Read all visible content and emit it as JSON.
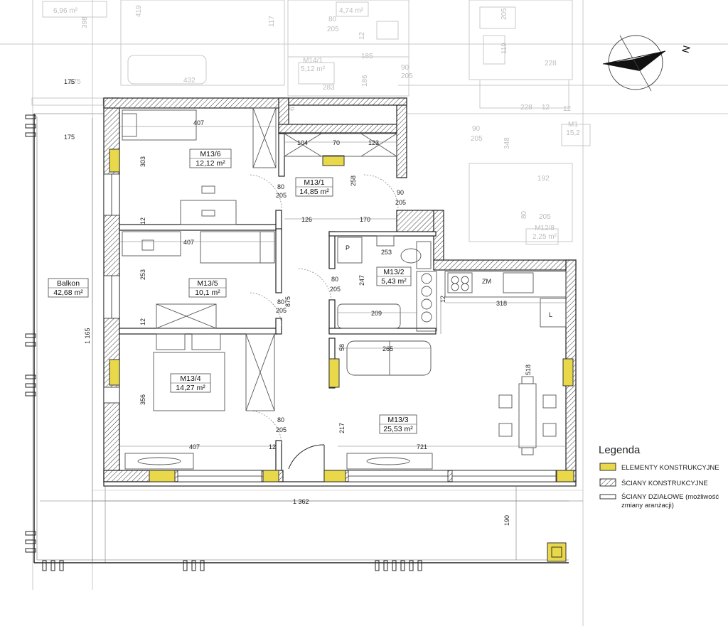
{
  "rooms": [
    {
      "id": "M13/6",
      "area": "12,12 m²"
    },
    {
      "id": "M13/1",
      "area": "14,85 m²"
    },
    {
      "id": "M13/5",
      "area": "10,1 m²"
    },
    {
      "id": "M13/2",
      "area": "5,43 m²"
    },
    {
      "id": "M13/4",
      "area": "14,27 m²"
    },
    {
      "id": "M13/3",
      "area": "25,53 m²"
    },
    {
      "id": "Balkon",
      "area": "42,68 m²"
    }
  ],
  "ghost_rooms": [
    {
      "id": "",
      "area": "6,96 m²"
    },
    {
      "id": "",
      "area": "4,74 m²"
    },
    {
      "id": "M14/1",
      "area": "5,12 m²"
    },
    {
      "id": "M12/8",
      "area": "2,25 m²"
    },
    {
      "id": "M1",
      "area": "15,2"
    }
  ],
  "dimensions": {
    "d407_top": "407",
    "d303": "303",
    "d104": "104",
    "d70": "70",
    "d123": "123",
    "d258": "258",
    "d126": "126",
    "d170": "170",
    "d12_a": "12",
    "d407_mid": "407",
    "d253_left": "253",
    "d253_bath": "253",
    "d247": "247",
    "d209": "209",
    "d318": "318",
    "d875": "875",
    "d265": "265",
    "d58": "58",
    "d518": "518",
    "d356": "356",
    "d217": "217",
    "d407_bot": "407",
    "d12_c": "12",
    "d721": "721",
    "d1362": "1 362",
    "d1165": "1 165",
    "d190": "190",
    "d175_a": "175",
    "d175_b": "175",
    "d12_b": "12",
    "door1_w": "80",
    "door1_h": "205",
    "door2_w": "90",
    "door2_h": "205",
    "door3_w": "80",
    "door3_h": "205",
    "door4_w": "80",
    "door4_h": "205",
    "door5_w": "80",
    "door5_h": "205",
    "zm": "ZM",
    "p_label": "P",
    "l_label": "L"
  },
  "ghost_dims": [
    "398",
    "419",
    "117",
    "80",
    "205",
    "12",
    "185",
    "432",
    "175",
    "283",
    "186",
    "90",
    "205",
    "61",
    "228",
    "12",
    "90",
    "205",
    "348",
    "192",
    "80",
    "205",
    "119",
    "228",
    "12",
    "205"
  ],
  "compass": {
    "label": "N"
  },
  "legend": {
    "title": "Legenda",
    "items": [
      {
        "label": "ELEMENTY KONSTRUKCYJNE"
      },
      {
        "label": "ŚCIANY KONSTRUKCYJNE"
      },
      {
        "label": "ŚCIANY DZIAŁOWE (możliwość zmiany aranżacji)"
      }
    ]
  },
  "colors": {
    "structural": "#e8d84a",
    "wall": "#222222",
    "ghost": "#c9c9c9"
  }
}
